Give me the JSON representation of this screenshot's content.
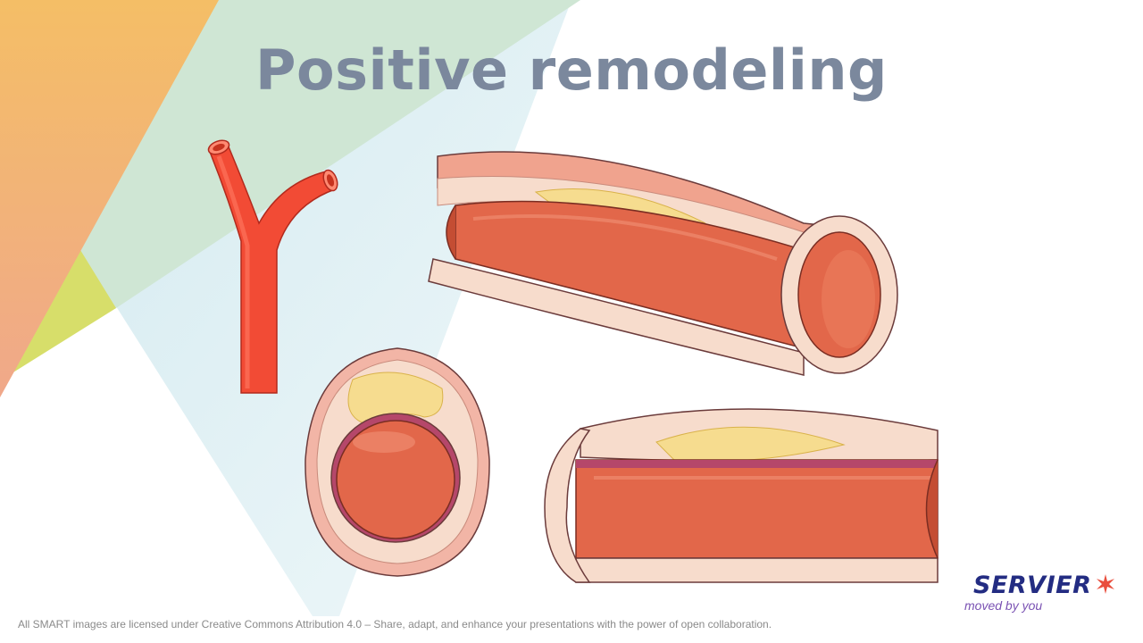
{
  "slide": {
    "title": "Positive remodeling",
    "footer": "All SMART images are licensed under Creative Commons Attribution 4.0 – Share, adapt, and enhance your presentations with the power of open collaboration."
  },
  "logo": {
    "name": "SERVIER",
    "tagline": "moved by you",
    "icon": "star-icon"
  },
  "colors": {
    "title": "#7b889d",
    "artery_red": "#f24b35",
    "lumen": "#e2674a",
    "plaque": "#f6dc8f",
    "wall": "#f7dccc",
    "logo_blue": "#232c82",
    "logo_purple": "#7a52b3",
    "logo_star": "#e94e3d"
  },
  "illustrations": [
    "artery-bifurcation",
    "artery-longitudinal-section-top",
    "artery-cross-section",
    "artery-longitudinal-section-bottom"
  ]
}
